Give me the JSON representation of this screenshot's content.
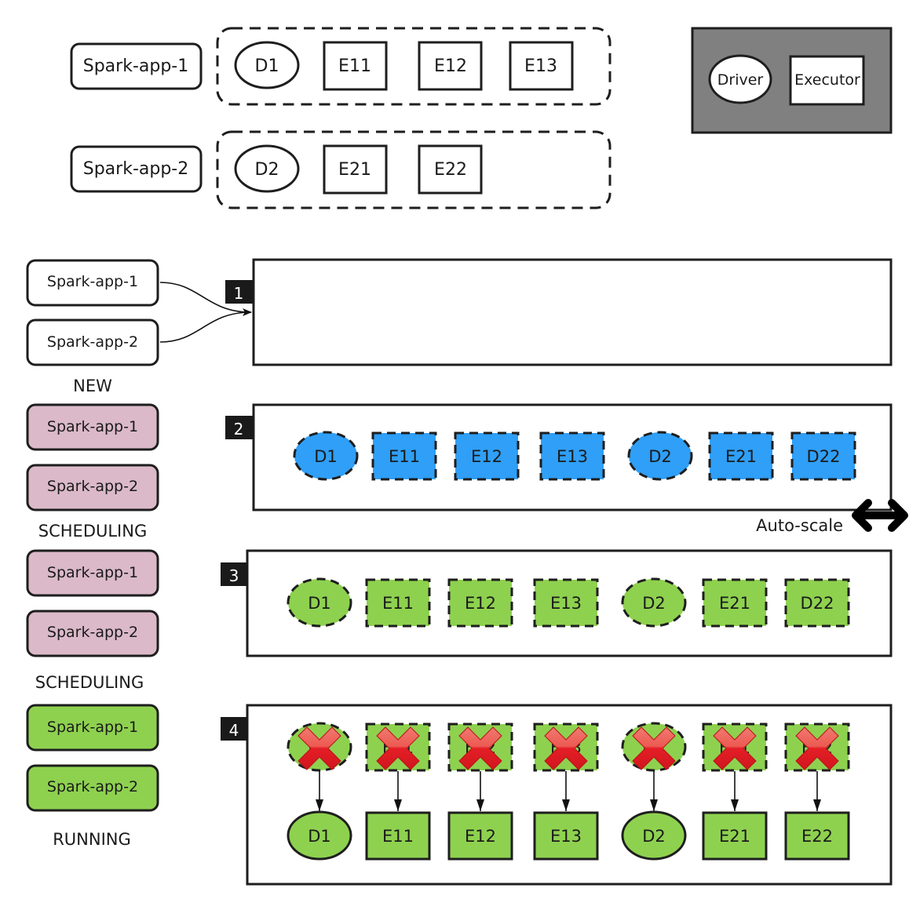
{
  "colors": {
    "stroke": "#1e1e1e",
    "legend_bg": "#808080",
    "scheduling_app": "#dbb9c8",
    "running_app": "#8ed14f",
    "pending_blue": "#2f9ff7",
    "running_green": "#8ed14f",
    "kill_red": "#e41e26",
    "step_badge": "#1a1a1a"
  },
  "overview": {
    "apps": [
      {
        "label": "Spark-app-1",
        "pods": [
          {
            "label": "D1",
            "kind": "driver"
          },
          {
            "label": "E11",
            "kind": "executor"
          },
          {
            "label": "E12",
            "kind": "executor"
          },
          {
            "label": "E13",
            "kind": "executor"
          }
        ]
      },
      {
        "label": "Spark-app-2",
        "pods": [
          {
            "label": "D2",
            "kind": "driver"
          },
          {
            "label": "E21",
            "kind": "executor"
          },
          {
            "label": "E22",
            "kind": "executor"
          }
        ]
      }
    ]
  },
  "legend": {
    "driver_label": "Driver",
    "executor_label": "Executor"
  },
  "steps": [
    {
      "number": "1",
      "state_label": "NEW",
      "app_labels": [
        "Spark-app-1",
        "Spark-app-2"
      ],
      "app_style": "new",
      "pods": []
    },
    {
      "number": "2",
      "state_label": "SCHEDULING",
      "app_labels": [
        "Spark-app-1",
        "Spark-app-2"
      ],
      "app_style": "scheduling",
      "pod_style": "pending-blue",
      "pods": [
        {
          "label": "D1",
          "kind": "driver"
        },
        {
          "label": "E11",
          "kind": "executor"
        },
        {
          "label": "E12",
          "kind": "executor"
        },
        {
          "label": "E13",
          "kind": "executor"
        },
        {
          "label": "D2",
          "kind": "driver"
        },
        {
          "label": "E21",
          "kind": "executor"
        },
        {
          "label": "D22",
          "kind": "executor"
        }
      ],
      "annotation": "Auto-scale"
    },
    {
      "number": "3",
      "state_label": "SCHEDULING",
      "app_labels": [
        "Spark-app-1",
        "Spark-app-2"
      ],
      "app_style": "scheduling",
      "pod_style": "pending-green",
      "pods": [
        {
          "label": "D1",
          "kind": "driver"
        },
        {
          "label": "E11",
          "kind": "executor"
        },
        {
          "label": "E12",
          "kind": "executor"
        },
        {
          "label": "E13",
          "kind": "executor"
        },
        {
          "label": "D2",
          "kind": "driver"
        },
        {
          "label": "E21",
          "kind": "executor"
        },
        {
          "label": "D22",
          "kind": "executor"
        }
      ]
    },
    {
      "number": "4",
      "state_label": "RUNNING",
      "app_labels": [
        "Spark-app-1",
        "Spark-app-2"
      ],
      "app_style": "running",
      "pod_style": "replaced",
      "pods": [
        {
          "label": "D1",
          "kind": "driver"
        },
        {
          "label": "E11",
          "kind": "executor"
        },
        {
          "label": "E12",
          "kind": "executor"
        },
        {
          "label": "E13",
          "kind": "executor"
        },
        {
          "label": "D2",
          "kind": "driver"
        },
        {
          "label": "E21",
          "kind": "executor"
        },
        {
          "label": "E22",
          "kind": "executor"
        }
      ]
    }
  ]
}
